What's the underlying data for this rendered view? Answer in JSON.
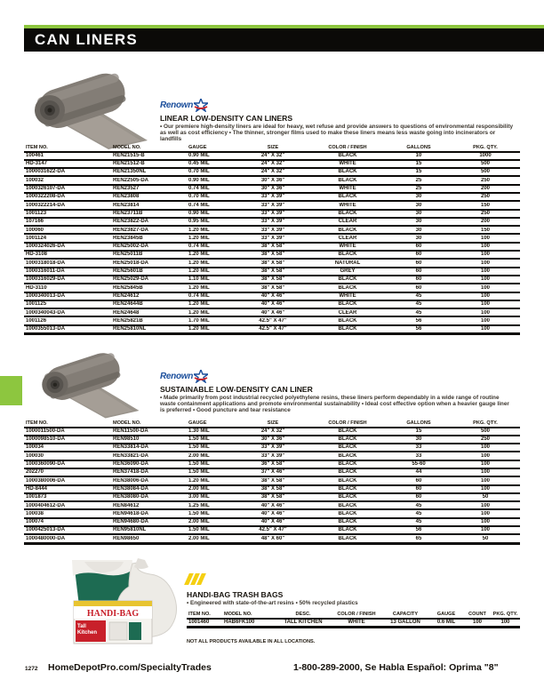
{
  "page": {
    "title": "CAN LINERS"
  },
  "colors": {
    "accent_green": "#8dc63f",
    "header_black": "#0b0a08",
    "renown_blue": "#1c4f9c",
    "renown_red": "#cc2027",
    "webster_yellow": "#f5cf11",
    "handibag_red": "#c8202a",
    "handibag_can_green": "#1d6b52"
  },
  "sections": [
    {
      "brand_logo_text": "Renown",
      "title": "LINEAR LOW-DENSITY CAN LINERS",
      "description": "• Our premiere high-density liners are ideal for heavy, wet refuse and provide answers to questions of environmental responsibility as well as cost efficiency • The thinner, stronger films used to make these liners means less waste going into incinerators or landfills",
      "table": {
        "headers": [
          "ITEM NO.",
          "MODEL NO.",
          "GAUGE",
          "SIZE",
          "COLOR / FINISH",
          "GALLONS",
          "PKG. QTY."
        ],
        "rows": [
          [
            "100461",
            "REN21515-B",
            "0.90 MIL",
            "24\" X 32\"",
            "BLACK",
            "10",
            "1000"
          ],
          [
            "HD-3147",
            "REN21512-B",
            "0.45 MIL",
            "24\" X 32\"",
            "WHITE",
            "15",
            "500"
          ],
          [
            "1000031622-DA",
            "REN21350NL",
            "0.70 MIL",
            "24\" X 32\"",
            "BLACK",
            "15",
            "500"
          ],
          [
            "100032",
            "REN22505-DA",
            "0.90 MIL",
            "30\" X 36\"",
            "BLACK",
            "25",
            "250"
          ],
          [
            "1000326107-DA",
            "REN23527",
            "0.74 MIL",
            "30\" X 36\"",
            "WHITE",
            "25",
            "200"
          ],
          [
            "1000322208-DA",
            "REN23808",
            "0.70 MIL",
            "33\" X 39\"",
            "BLACK",
            "30",
            "250"
          ],
          [
            "1000322214-DA",
            "REN23814",
            "0.74 MIL",
            "33\" X 39\"",
            "WHITE",
            "30",
            "150"
          ],
          [
            "1001123",
            "REN23711B",
            "0.90 MIL",
            "33\" X 39\"",
            "BLACK",
            "30",
            "250"
          ],
          [
            "107166",
            "REN23822-DA",
            "0.95 MIL",
            "33\" X 39\"",
            "CLEAR",
            "30",
            "200"
          ],
          [
            "100060",
            "REN23827-DA",
            "1.20 MIL",
            "33\" X 39\"",
            "BLACK",
            "30",
            "150"
          ],
          [
            "1001124",
            "REN23845B",
            "1.20 MIL",
            "33\" X 39\"",
            "CLEAR",
            "30",
            "100"
          ],
          [
            "1000324026-DA",
            "REN25002-DA",
            "0.74 MIL",
            "38\" X 58\"",
            "WHITE",
            "60",
            "100"
          ],
          [
            "HD-3108",
            "REN25011B",
            "1.20 MIL",
            "38\" X 58\"",
            "BLACK",
            "60",
            "100"
          ],
          [
            "1000318018-DA",
            "REN25018-DA",
            "1.20 MIL",
            "38\" X 58\"",
            "NATURAL",
            "60",
            "100"
          ],
          [
            "1000316011-DA",
            "REN25601B",
            "1.20 MIL",
            "38\" X 58\"",
            "GREY",
            "60",
            "100"
          ],
          [
            "1000316029-DA",
            "REN25029-DA",
            "1.10 MIL",
            "38\" X 58\"",
            "BLACK",
            "60",
            "100"
          ],
          [
            "HD-3110",
            "REN25845B",
            "1.20 MIL",
            "38\" X 58\"",
            "BLACK",
            "60",
            "100"
          ],
          [
            "1000340013-DA",
            "REN24612",
            "0.74 MIL",
            "40\" X 46\"",
            "WHITE",
            "45",
            "100"
          ],
          [
            "1001125",
            "REN24644B",
            "1.20 MIL",
            "40\" X 46\"",
            "BLACK",
            "45",
            "100"
          ],
          [
            "1000340043-DA",
            "REN24648",
            "1.20 MIL",
            "40\" X 46\"",
            "CLEAR",
            "45",
            "100"
          ],
          [
            "1001126",
            "REN25821B",
            "1.70 MIL",
            "42.5\" X 47\"",
            "BLACK",
            "56",
            "100"
          ],
          [
            "1000355013-DA",
            "REN25810NL",
            "1.20 MIL",
            "42.5\" X 47\"",
            "BLACK",
            "56",
            "100"
          ]
        ]
      }
    },
    {
      "brand_logo_text": "Renown",
      "title": "SUSTAINABLE LOW-DENSITY CAN LINER",
      "description": "• Made primarily from post industrial recycled polyethylene resins, these liners perform dependably in a wide range of routine waste containment applications and promote environmental sustainability • Ideal cost effective option when a heavier gauge liner is preferred • Good puncture and tear resistance",
      "table": {
        "headers": [
          "ITEM NO.",
          "MODEL NO.",
          "GAUGE",
          "SIZE",
          "COLOR / FINISH",
          "GALLONS",
          "PKG. QTY."
        ],
        "rows": [
          [
            "1000011500-DA",
            "REN11500-DA",
            "1.30 MIL",
            "24\" X 32\"",
            "BLACK",
            "15",
            "500"
          ],
          [
            "1000098510-DA",
            "REN98510",
            "1.50 MIL",
            "30\" X 36\"",
            "BLACK",
            "30",
            "250"
          ],
          [
            "100034",
            "REN33814-DA",
            "1.50 MIL",
            "33\" X 39\"",
            "BLACK",
            "33",
            "100"
          ],
          [
            "100030",
            "REN33821-DA",
            "2.00 MIL",
            "33\" X 39\"",
            "BLACK",
            "33",
            "100"
          ],
          [
            "1000360090-DA",
            "REN36090-DA",
            "1.50 MIL",
            "36\" X 58\"",
            "BLACK",
            "55-60",
            "100"
          ],
          [
            "202270",
            "REN37418-DA",
            "1.50 MIL",
            "37\" X 46\"",
            "BLACK",
            "44",
            "100"
          ],
          [
            "1000380006-DA",
            "REN38006-DA",
            "1.20 MIL",
            "38\" X 58\"",
            "BLACK",
            "60",
            "100"
          ],
          [
            "HD-8444",
            "REN38084-DA",
            "2.00 MIL",
            "38\" X 58\"",
            "BLACK",
            "60",
            "100"
          ],
          [
            "1001873",
            "REN38080-DA",
            "3.00 MIL",
            "38\" X 58\"",
            "BLACK",
            "60",
            "50"
          ],
          [
            "1000404612-DA",
            "REN84612",
            "1.25 MIL",
            "40\" X 46\"",
            "BLACK",
            "45",
            "100"
          ],
          [
            "100038",
            "REN94618-DA",
            "1.50 MIL",
            "40\" X 46\"",
            "BLACK",
            "45",
            "100"
          ],
          [
            "100074",
            "REN94680-DA",
            "2.00 MIL",
            "40\" X 46\"",
            "BLACK",
            "45",
            "100"
          ],
          [
            "1000425013-DA",
            "REN95810NL",
            "1.50 MIL",
            "42.5\" X 47\"",
            "BLACK",
            "56",
            "100"
          ],
          [
            "1000480000-DA",
            "REN98650",
            "2.00 MIL",
            "48\" X 60\"",
            "BLACK",
            "65",
            "50"
          ]
        ]
      }
    },
    {
      "brand_logo_text": "",
      "title": "HANDI-BAG TRASH BAGS",
      "description": "• Engineered with state-of-the-art resins • 50% recycled plastics",
      "table": {
        "headers": [
          "ITEM NO.",
          "MODEL NO.",
          "DESC.",
          "COLOR / FINISH",
          "CAPACITY",
          "GAUGE",
          "COUNT",
          "PKG. QTY."
        ],
        "rows": [
          [
            "1001460",
            "HAB6FK100",
            "TALL KITCHEN",
            "WHITE",
            "13 GALLON",
            "0.6 MIL",
            "100",
            "100"
          ]
        ]
      }
    }
  ],
  "handibag_box_label": "HANDI-BAG",
  "handibag_box_sub": "Tall Kitchen",
  "footnote": "NOT ALL PRODUCTS AVAILABLE IN ALL LOCATIONS.",
  "footer": {
    "page_number": "1272",
    "url": "HomeDepotPro.com/SpecialtyTrades",
    "phone": "1-800-289-2000, Se Habla Español: Oprima \"8\""
  }
}
